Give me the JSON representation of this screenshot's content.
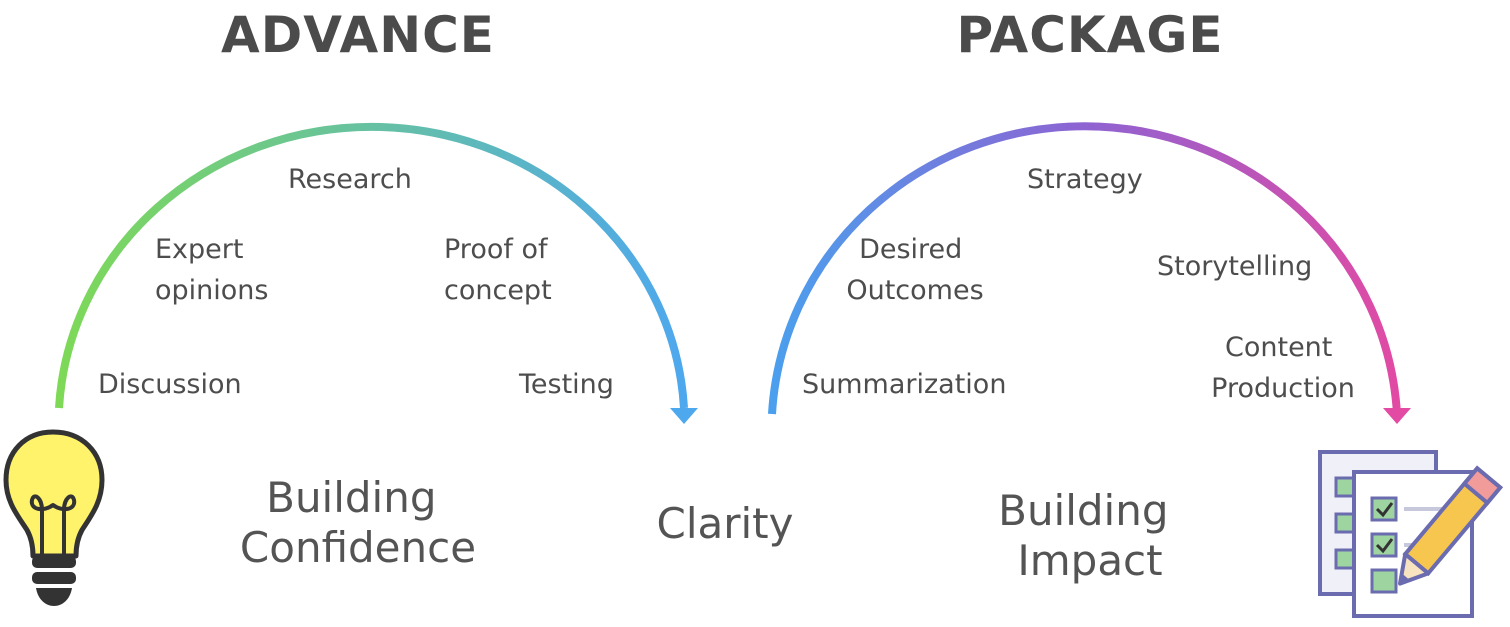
{
  "colors": {
    "arc1_start": "#7ed957",
    "arc1_end": "#4ea8ee",
    "arc2_start": "#4aa0ee",
    "arc2_mid": "#8e63d2",
    "arc2_end": "#e24aa3",
    "text": "#4d4d4d"
  },
  "phases": [
    {
      "title": "ADVANCE",
      "steps": [
        {
          "lines": [
            "Discussion"
          ]
        },
        {
          "lines": [
            "Expert",
            "opinions"
          ]
        },
        {
          "lines": [
            "Research"
          ]
        },
        {
          "lines": [
            "Proof of",
            "concept"
          ]
        },
        {
          "lines": [
            "Testing"
          ]
        }
      ],
      "outcome": [
        "Building",
        "Confidence"
      ],
      "icon": "lightbulb-icon"
    },
    {
      "title": "PACKAGE",
      "steps": [
        {
          "lines": [
            "Summarization"
          ]
        },
        {
          "lines": [
            "Desired",
            "Outcomes"
          ]
        },
        {
          "lines": [
            "Strategy"
          ]
        },
        {
          "lines": [
            "Storytelling"
          ]
        },
        {
          "lines": [
            "Content",
            "Production"
          ]
        }
      ],
      "outcome": [
        "Building",
        "Impact"
      ],
      "icon": "checklist-pencil-icon"
    }
  ],
  "center": {
    "label": "Clarity"
  }
}
